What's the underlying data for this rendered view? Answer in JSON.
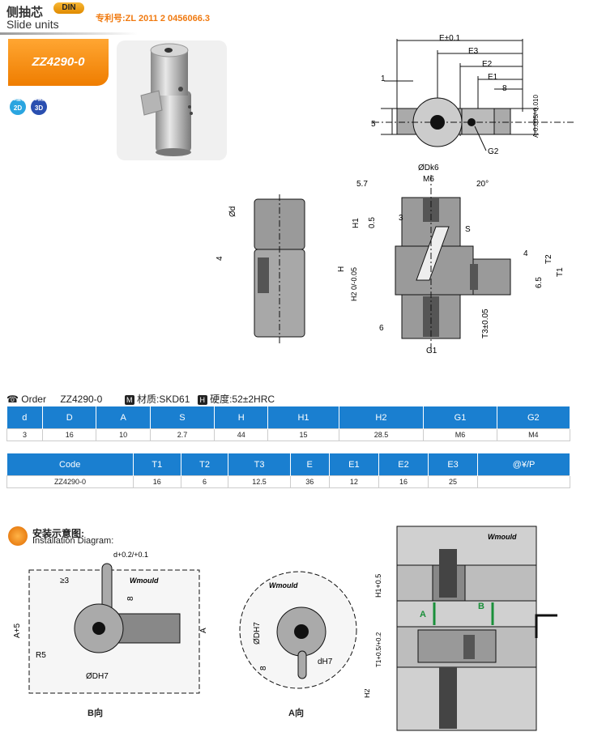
{
  "header": {
    "title_cn": "侧抽芯",
    "title_en": "Slide units",
    "din": "DIN",
    "patent": "专利号:ZL 2011 2 0456066.3",
    "product_code": "ZZ4290-0",
    "badge_2d_top": "2D图形",
    "badge_2d": "2D",
    "badge_3d_top": "3D模型",
    "badge_3d": "3D"
  },
  "order": {
    "label": "Order",
    "code": "ZZ4290-0",
    "material": "材质:SKD61",
    "hardness": "硬度:52±2HRC",
    "m_icon": "M",
    "h_icon": "H"
  },
  "table1": {
    "headers": [
      "d",
      "D",
      "A",
      "S",
      "H",
      "H1",
      "H2",
      "G1",
      "G2"
    ],
    "row": [
      "3",
      "16",
      "10",
      "2.7",
      "44",
      "15",
      "28.5",
      "M6",
      "M4"
    ]
  },
  "table2": {
    "headers": [
      "Code",
      "T1",
      "T2",
      "T3",
      "E",
      "E1",
      "E2",
      "E3",
      "@¥/P"
    ],
    "row": [
      "ZZ4290-0",
      "16",
      "6",
      "12.5",
      "36",
      "12",
      "16",
      "25",
      ""
    ]
  },
  "install": {
    "title_cn": "安装示意图:",
    "title_en": "Installation Diagram:",
    "b_view": "B向",
    "a_view": "A向",
    "brand": "Wmould"
  },
  "dims": {
    "top_view": [
      "E±0.1",
      "E3",
      "E2",
      "E1",
      "1",
      "8",
      "5",
      "A-0.005/-0.010",
      "G2"
    ],
    "front": [
      "ØDk6",
      "M6",
      "5.7",
      "20°",
      "3",
      "S",
      "H1",
      "0.5",
      "H",
      "H2 0/-0.05",
      "4",
      "T2",
      "6.5",
      "T1",
      "T3±0.05",
      "6",
      "G1"
    ],
    "side": [
      "Ød",
      "4"
    ],
    "inst_b": [
      "d+0.2/+0.1",
      "≥3",
      "8",
      "A+5",
      "A",
      "R5",
      "ØDH7"
    ],
    "inst_a": [
      "ØDH7",
      "dH7",
      "8"
    ],
    "inst_c": [
      "H1+0.5",
      "T1+0.5/+0.2",
      "H2",
      "A",
      "B"
    ]
  },
  "colors": {
    "accent": "#ef7d00",
    "table_header": "#1a7fd0"
  }
}
